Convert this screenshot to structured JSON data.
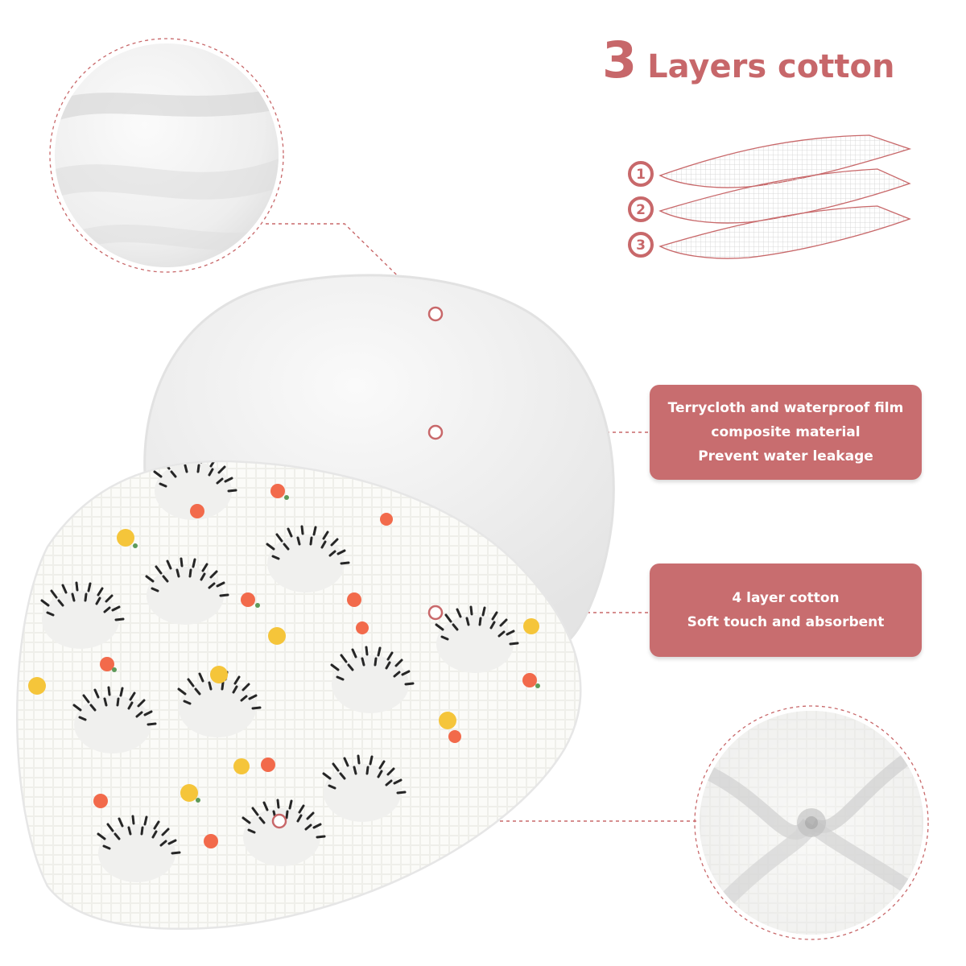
{
  "title": {
    "number": "3",
    "text": "Layers cotton"
  },
  "layers": {
    "labels": [
      "1",
      "2",
      "3"
    ]
  },
  "callout_terry": {
    "lines": [
      "Terrycloth and waterproof film",
      "composite material",
      "Prevent water leakage"
    ]
  },
  "callout_cotton": {
    "lines": [
      "4 layer cotton",
      "Soft touch and absorbent"
    ]
  },
  "colors": {
    "accent": "#c86d6f",
    "title": "#c7676a",
    "dashed_line": "#c8686a",
    "orange": "#f26a4b",
    "yellow": "#f5c53a",
    "quill": "#262626"
  },
  "icons": [
    "terry-texture-icon",
    "muslin-texture-icon",
    "hedgehog-icon",
    "flower-icon"
  ]
}
